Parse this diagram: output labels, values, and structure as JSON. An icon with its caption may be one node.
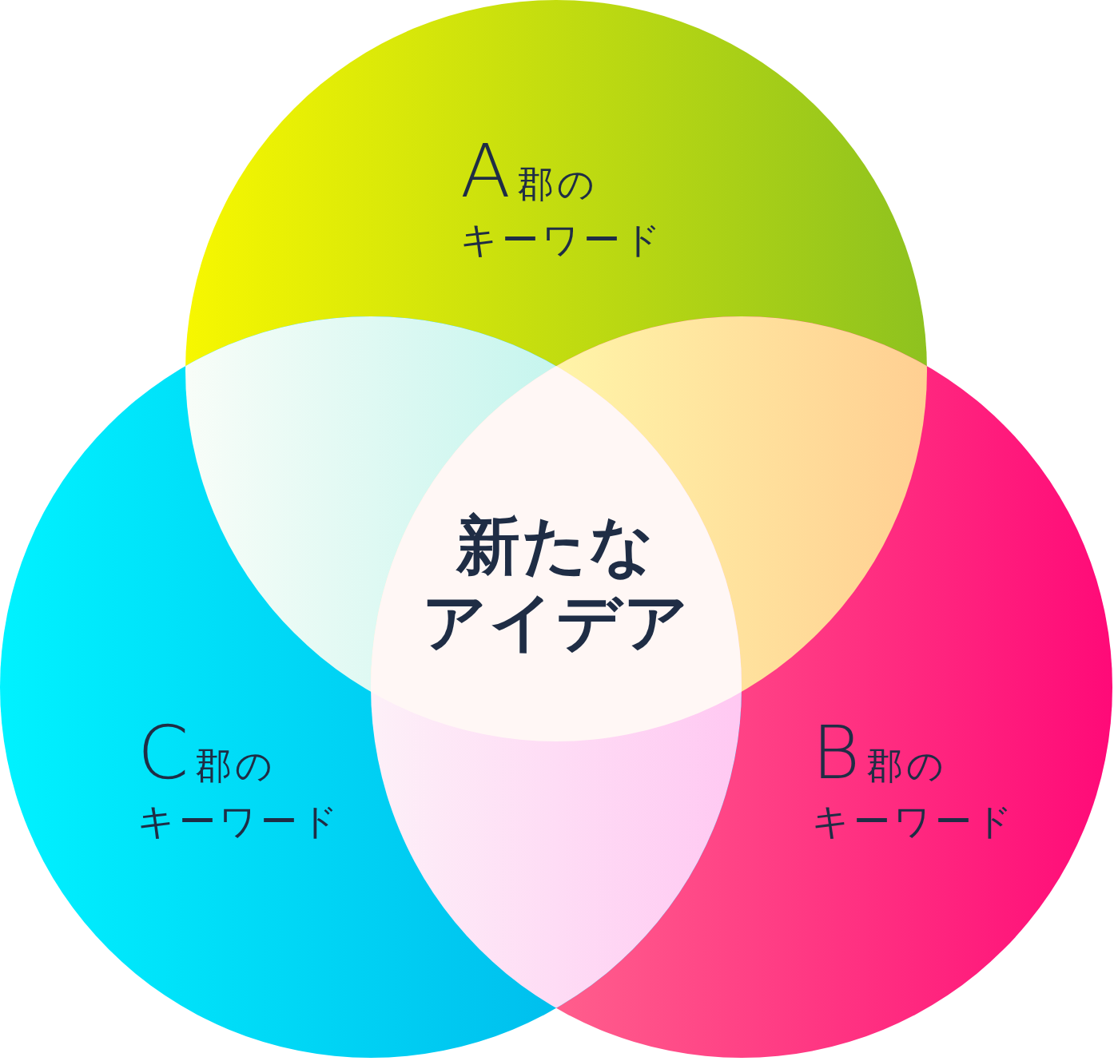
{
  "diagram": {
    "nodes": [
      {
        "text": [
          "A郡のキーワード"
        ]
      },
      {
        "text": [
          "B郡のキーワード"
        ]
      },
      {
        "text": [
          "C郡のキーワード"
        ]
      },
      {
        "text": [
          "新たなアイデア"
        ]
      }
    ]
  }
}
